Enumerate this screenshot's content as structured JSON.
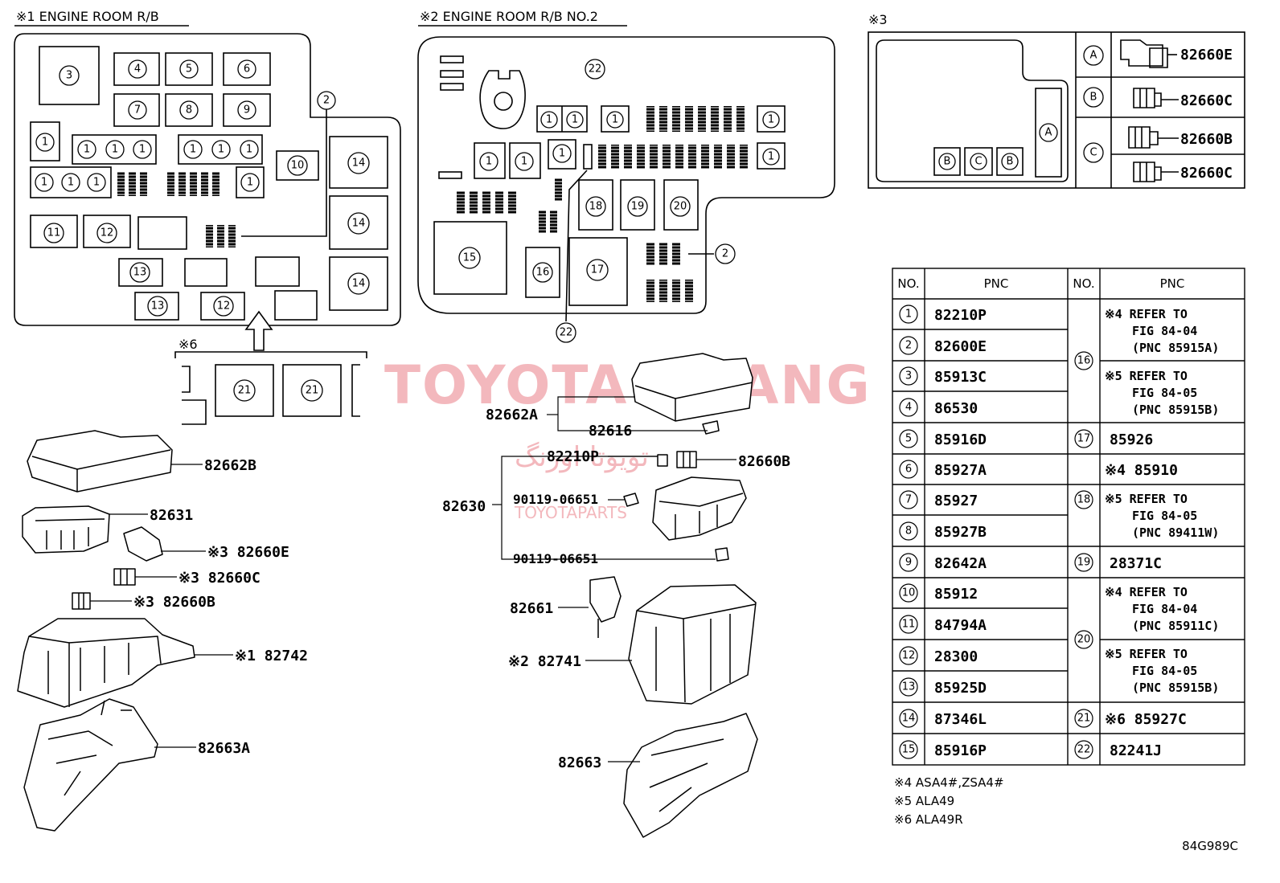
{
  "sections": {
    "er_rb": "※1 ENGINE ROOM R/B",
    "er_rb2": "※2 ENGINE ROOM R/B NO.2",
    "connectors": "※3",
    "lhd": "※6"
  },
  "callouts": {
    "n1": "1",
    "n2": "2",
    "n3": "3",
    "n4": "4",
    "n5": "5",
    "n6": "6",
    "n7": "7",
    "n8": "8",
    "n9": "9",
    "n10": "10",
    "n11": "11",
    "n12": "12",
    "n13": "13",
    "n14": "14",
    "n15": "15",
    "n16": "16",
    "n17": "17",
    "n18": "18",
    "n19": "19",
    "n20": "20",
    "n21": "21",
    "n22": "22",
    "A": "A",
    "B": "B",
    "C": "C"
  },
  "connector_parts": {
    "a": "82660E",
    "b": "82660C",
    "c1": "82660B",
    "c2": "82660C"
  },
  "exploded": {
    "p82662B": "82662B",
    "p82631": "82631",
    "p82660E": "※3 82660E",
    "p82660C": "※3 82660C",
    "p82660B": "※3 82660B",
    "p82742": "※1 82742",
    "p82663A": "82663A",
    "p82662A": "82662A",
    "p82616": "82616",
    "p82210P": "82210P",
    "p82660B_r": "82660B",
    "p82630": "82630",
    "bolt1": "90119-06651",
    "bolt2": "90119-06651",
    "p82661": "82661",
    "p82741": "※2 82741",
    "p82663": "82663"
  },
  "table": {
    "headers": [
      "NO.",
      "PNC",
      "NO.",
      "PNC"
    ],
    "left_rows": [
      {
        "no": "1",
        "pnc": "82210P"
      },
      {
        "no": "2",
        "pnc": "82600E"
      },
      {
        "no": "3",
        "pnc": "85913C"
      },
      {
        "no": "4",
        "pnc": "86530"
      },
      {
        "no": "5",
        "pnc": "85916D"
      },
      {
        "no": "6",
        "pnc": "85927A"
      },
      {
        "no": "7",
        "pnc": "85927"
      },
      {
        "no": "8",
        "pnc": "85927B"
      },
      {
        "no": "9",
        "pnc": "82642A"
      },
      {
        "no": "10",
        "pnc": "85912"
      },
      {
        "no": "11",
        "pnc": "84794A"
      },
      {
        "no": "12",
        "pnc": "28300"
      },
      {
        "no": "13",
        "pnc": "85925D"
      },
      {
        "no": "14",
        "pnc": "87346L"
      },
      {
        "no": "15",
        "pnc": "85916P"
      }
    ],
    "right": {
      "r16": {
        "no": "16",
        "a": [
          "※4 REFER TO",
          "FIG 84-04",
          "(PNC 85915A)"
        ],
        "b": [
          "※5 REFER TO",
          "FIG 84-05",
          "(PNC 85915B)"
        ]
      },
      "r17": {
        "no": "17",
        "pnc": "85926"
      },
      "r18": {
        "no": "18",
        "a": "※4 85910",
        "b": [
          "※5 REFER TO",
          "FIG 84-05",
          "(PNC 89411W)"
        ]
      },
      "r19": {
        "no": "19",
        "pnc": "28371C"
      },
      "r20": {
        "no": "20",
        "a": [
          "※4 REFER TO",
          "FIG 84-04",
          "(PNC 85911C)"
        ],
        "b": [
          "※5 REFER TO",
          "FIG 84-05",
          "(PNC 85915B)"
        ]
      },
      "r21": {
        "no": "21",
        "pnc": "※6 85927C"
      },
      "r22": {
        "no": "22",
        "pnc": "82241J"
      }
    }
  },
  "notes": [
    "※4 ASA4#,ZSA4#",
    "※5 ALA49",
    "※6 ALA49R"
  ],
  "figure_id": "84G989C",
  "watermark": {
    "main": "TOYOTA ORANG",
    "persian": "تویوتا اورنگ",
    "site": "TOYOTAPARTS"
  }
}
